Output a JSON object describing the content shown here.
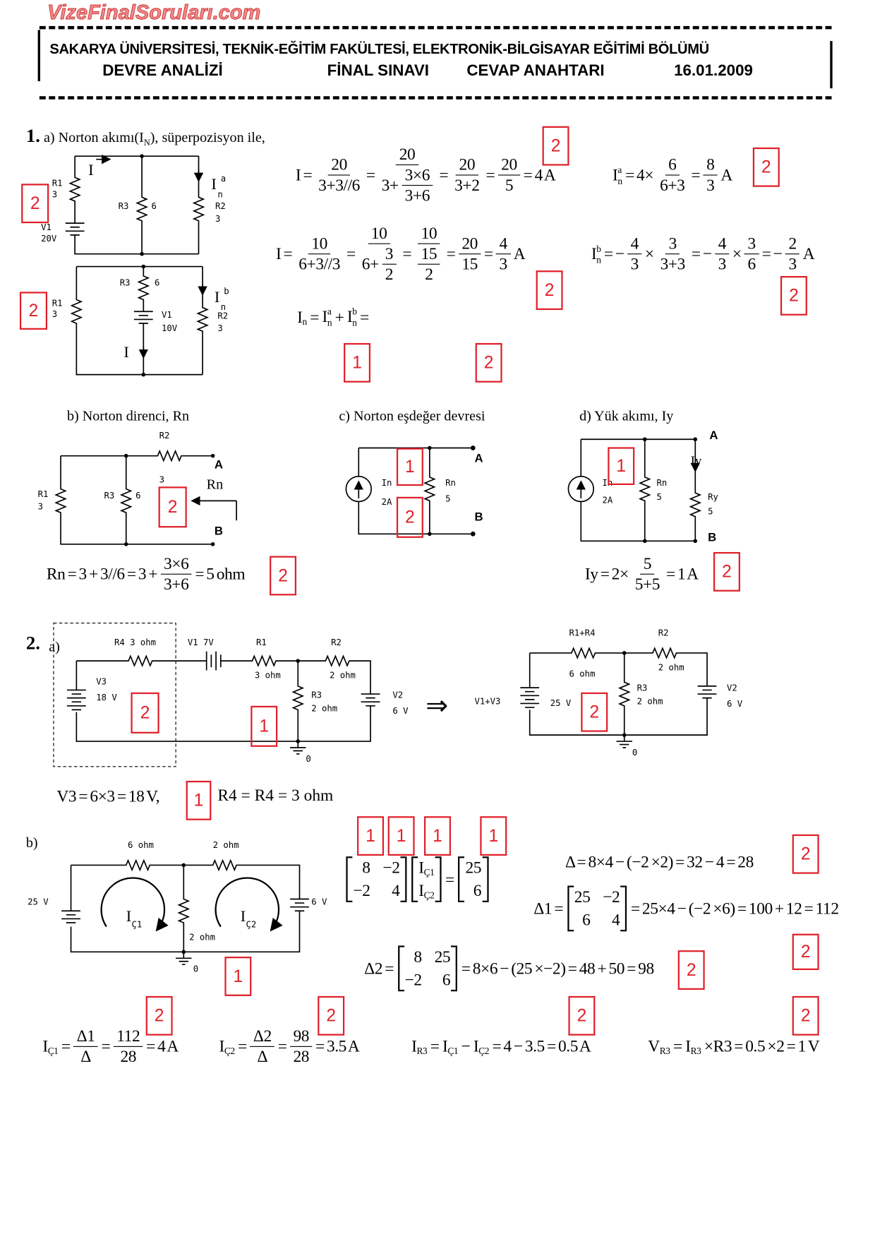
{
  "header": {
    "line1": "SAKARYA ÜNİVERSİTESİ, TEKNİK-EĞİTİM FAKÜLTESİ, ELEKTRONİK-BİLGİSAYAR EĞİTİMİ BÖLÜMÜ",
    "course": "DEVRE ANALİZİ",
    "exam": "FİNAL SINAVI",
    "key": "CEVAP ANAHTARI",
    "date": "16.01.2009"
  },
  "watermark": "VizeFinalSoruları.com",
  "q1": {
    "num": "1.",
    "a_label": "a)  Norton akımı(I",
    "a_sub": "N",
    "a_rest": "), süperpozisyon ile,",
    "b_label": "b)  Norton direnci, Rn",
    "c_label": "c)  Norton eşdeğer devresi",
    "d_label": "d)  Yük akımı, Iy"
  },
  "q2": {
    "num": "2.",
    "a_label": "a)",
    "b_label": "b)",
    "arrow": "⇒",
    "r4_text": "R4 = R4 = 3 ohm"
  },
  "scores": [
    "2",
    "2",
    "2",
    "2",
    "1",
    "2",
    "2",
    "2",
    "2",
    "1",
    "2",
    "1",
    "2",
    "2",
    "2",
    "1",
    "2",
    "1",
    "1",
    "1",
    "1",
    "1",
    "2",
    "2",
    "2",
    "1",
    "2",
    "2",
    "2",
    "2"
  ],
  "labels": {
    "c1": {
      "r1": "R1",
      "r1v": "3",
      "v1": "V1",
      "v1v": "20V",
      "r3": "R3",
      "r3v": "6",
      "r2": "R2",
      "r2v": "3",
      "i": "I",
      "in": "I",
      "in_sub": "n",
      "in_sup": "a"
    },
    "c2": {
      "r1": "R1",
      "r1v": "3",
      "r3": "R3",
      "r3v": "6",
      "v1": "V1",
      "v1v": "10V",
      "r2": "R2",
      "r2v": "3",
      "i": "I",
      "in": "I",
      "in_sub": "n",
      "in_sup": "b"
    },
    "b": {
      "r2": "R2",
      "r2v": "3",
      "a": "A",
      "b": "B",
      "rn": "Rn",
      "r1": "R1",
      "r1v": "3",
      "r3": "R3",
      "r3v": "6"
    },
    "c": {
      "in": "In",
      "inv": "2A",
      "rn": "Rn",
      "rnv": "5",
      "a": "A",
      "b": "B"
    },
    "d": {
      "in": "In",
      "inv": "2A",
      "rn": "Rn",
      "rnv": "5",
      "ry": "Ry",
      "ryv": "5",
      "a": "A",
      "b": "B",
      "iy": "Iy"
    },
    "e": {
      "r4": "R4  3 ohm",
      "v1": "V1  7V",
      "r1": "R1",
      "r1v": "3 ohm",
      "r2": "R2",
      "r2v": "2 ohm",
      "r3": "R3",
      "r3v": "2 ohm",
      "v3": "V3",
      "v3v": "18 V",
      "v2": "V2",
      "v2v": "6 V",
      "gnd": "0"
    },
    "f": {
      "r14": "R1+R4",
      "r14v": "6 ohm",
      "r2": "R2",
      "r2v": "2 ohm",
      "r3": "R3",
      "r3v": "2 ohm",
      "v13": "V1+V3",
      "v13v": "25 V",
      "v2": "V2",
      "v2v": "6 V",
      "gnd": "0"
    },
    "g": {
      "r1": "6 ohm",
      "r2": "2 ohm",
      "r3": "2 ohm",
      "v1": "25 V",
      "v2": "6 V",
      "gnd": "0",
      "i1": "I",
      "i1s": "Ç1",
      "i2": "I",
      "i2s": "Ç2"
    }
  },
  "equations": {
    "I1": [
      "I =",
      {
        "f": [
          "20",
          "3+3//6"
        ]
      },
      "=",
      {
        "f": [
          "20",
          [
            "3+",
            {
              "f": [
                "3×6",
                "3+6"
              ]
            }
          ]
        ]
      },
      "=",
      {
        "f": [
          "20",
          "3+2"
        ]
      },
      "=",
      {
        "f": [
          "20",
          "5"
        ]
      },
      "= 4 A"
    ],
    "Ina": [
      {
        "i": "I",
        "sub": "n",
        "sup": "a"
      },
      "= 4×",
      {
        "f": [
          "6",
          "6+3"
        ]
      },
      "=",
      {
        "f": [
          "8",
          "3"
        ]
      },
      "A"
    ],
    "I2": [
      "I =",
      {
        "f": [
          "10",
          "6+3//3"
        ]
      },
      "=",
      {
        "f": [
          "10",
          [
            "6+",
            {
              "f": [
                "3",
                "2"
              ]
            }
          ]
        ]
      },
      "=",
      {
        "f": [
          "10",
          [
            {
              "f": [
                "15",
                "2"
              ]
            }
          ]
        ]
      },
      "=",
      {
        "f": [
          "20",
          "15"
        ]
      },
      "=",
      {
        "f": [
          "4",
          "3"
        ]
      },
      "A"
    ],
    "Inb": [
      {
        "i": "I",
        "sub": "n",
        "sup": "b"
      },
      "= −",
      {
        "f": [
          "4",
          "3"
        ]
      },
      "×",
      {
        "f": [
          "3",
          "3+3"
        ]
      },
      "= −",
      {
        "f": [
          "4",
          "3"
        ]
      },
      "×",
      {
        "f": [
          "3",
          "6"
        ]
      },
      "= −",
      {
        "f": [
          "2",
          "3"
        ]
      },
      "A"
    ],
    "In": [
      {
        "i": "I",
        "sub": "n"
      },
      "=",
      {
        "i": "I",
        "sub": "n",
        "sup": "a"
      },
      "+",
      {
        "i": "I",
        "sub": "n",
        "sup": "b"
      },
      "="
    ],
    "Rn": [
      "Rn = 3 + 3//6 = 3 +",
      {
        "f": [
          "3×6",
          "3+6"
        ]
      },
      "= 5 ohm"
    ],
    "Iy": [
      "Iy = 2×",
      {
        "f": [
          "5",
          "5+5"
        ]
      },
      "= 1 A"
    ],
    "V3": [
      "V3 = 6×3 = 18 V,"
    ],
    "Mat": [
      {
        "m": [
          [
            "8",
            "−2"
          ],
          [
            "−2",
            "4"
          ]
        ]
      },
      {
        "m": [
          [
            {
              "i": "I",
              "sub": "Ç1"
            }
          ],
          [
            {
              "i": "I",
              "sub": "Ç2"
            }
          ]
        ]
      },
      "=",
      {
        "m": [
          [
            "25"
          ],
          [
            "6"
          ]
        ]
      }
    ],
    "D": [
      "Δ = 8×4 − (−2 ×2) = 32 − 4 = 28"
    ],
    "D1": [
      "Δ1 =",
      {
        "m": [
          [
            "25",
            "−2"
          ],
          [
            "6",
            "4"
          ]
        ]
      },
      "= 25×4 − (−2 ×6) = 100 + 12 = 112"
    ],
    "D2": [
      "Δ2 =",
      {
        "m": [
          [
            "8",
            "25"
          ],
          [
            "−2",
            "6"
          ]
        ]
      },
      "= 8×6 − (25 ×−2) = 48 + 50 = 98"
    ],
    "Ic1": [
      {
        "i": "I",
        "sub": "Ç1"
      },
      "=",
      {
        "f": [
          "Δ1",
          "Δ"
        ]
      },
      "=",
      {
        "f": [
          "112",
          "28"
        ]
      },
      "= 4 A"
    ],
    "Ic2": [
      {
        "i": "I",
        "sub": "Ç2"
      },
      "=",
      {
        "f": [
          "Δ2",
          "Δ"
        ]
      },
      "=",
      {
        "f": [
          "98",
          "28"
        ]
      },
      "= 3.5 A"
    ],
    "Ir3": [
      {
        "i": "I",
        "sub": "R3"
      },
      "=",
      {
        "i": "I",
        "sub": "Ç1"
      },
      "−",
      {
        "i": "I",
        "sub": "Ç2"
      },
      "= 4 − 3.5 = 0.5 A"
    ],
    "Vr3": [
      {
        "i": "V",
        "sub": "R3"
      },
      "=",
      {
        "i": "I",
        "sub": "R3"
      },
      "×R3 = 0.5 ×2 = 1 V"
    ]
  }
}
